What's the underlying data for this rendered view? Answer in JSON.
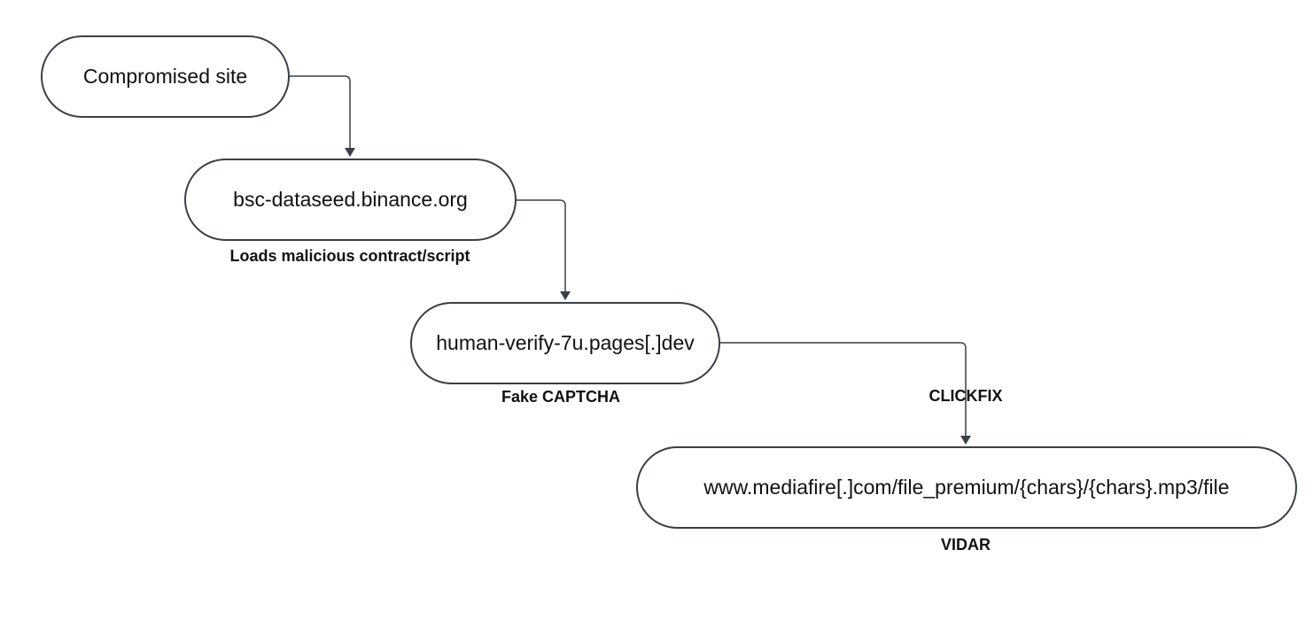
{
  "nodes": {
    "compromised_site": "Compromised site",
    "binance": "bsc-dataseed.binance.org",
    "pages_dev": "human-verify-7u.pages[.]dev",
    "mediafire": "www.mediafire[.]com/file_premium/{chars}/{chars}.mp3/file"
  },
  "captions": {
    "binance": "Loads malicious contract/script",
    "pages_dev": "Fake CAPTCHA",
    "edge_clickfix": "CLICKFIX",
    "mediafire": "VIDAR"
  },
  "colors": {
    "stroke": "#3a3f47",
    "text": "#111111",
    "background": "#ffffff"
  }
}
